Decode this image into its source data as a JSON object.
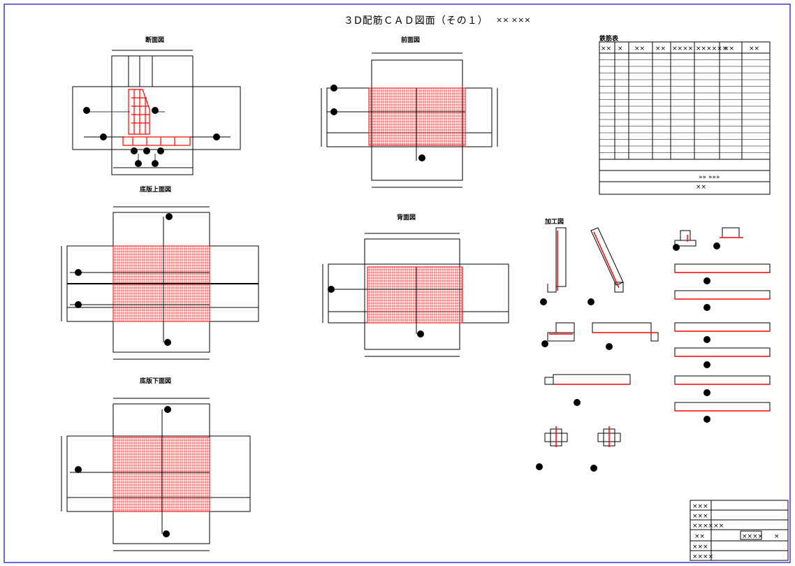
{
  "drawing": {
    "title": "３D配筋ＣＡＤ図面（その１）",
    "title_suffix": "×× ×××",
    "border_color": "#3a3ad8",
    "rebar_color": "#ff0000",
    "line_color": "#000000"
  },
  "views": {
    "section": "断面図",
    "front": "前面図",
    "back": "背面図",
    "base_top": "底版上面図",
    "base_bottom": "底版下面図",
    "processing": "加工図",
    "rebar_table": "鉄筋表"
  },
  "rebar_table": {
    "headers": [
      "××",
      "×",
      "××",
      "××",
      "××××",
      "××××××",
      "××",
      "××"
    ],
    "row_count": 16,
    "footer_1": "»» »»»",
    "footer_2": "××"
  },
  "title_block": {
    "rows": [
      "×××",
      "×××",
      "××××××",
      "××",
      "×××",
      "××××"
    ],
    "cell_text": "××××",
    "cell_text_2": "×"
  }
}
